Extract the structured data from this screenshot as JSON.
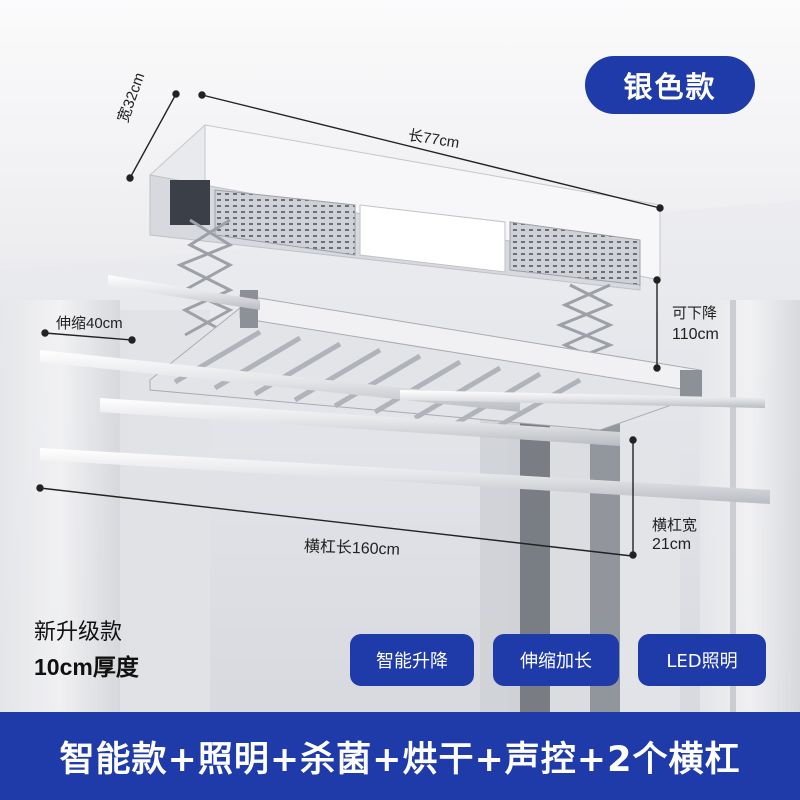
{
  "badge": {
    "label": "银色款"
  },
  "dimensions": {
    "length": "长77cm",
    "width": "宽32cm",
    "extend": "伸缩40cm",
    "drop_label": "可下降",
    "drop_value": "110cm",
    "bar_width_label": "横杠宽",
    "bar_width_value": "21cm",
    "bar_length": "横杠长160cm"
  },
  "promo": {
    "upgrade": "新升级款",
    "thickness": "10cm厚度"
  },
  "features": [
    {
      "label": "智能升降"
    },
    {
      "label": "伸缩加长"
    },
    {
      "label": "LED照明"
    }
  ],
  "banner": {
    "text": "智能款+照明+杀菌+烘干+声控+2个横杠"
  },
  "colors": {
    "brand_blue": "#1f3aa9"
  }
}
